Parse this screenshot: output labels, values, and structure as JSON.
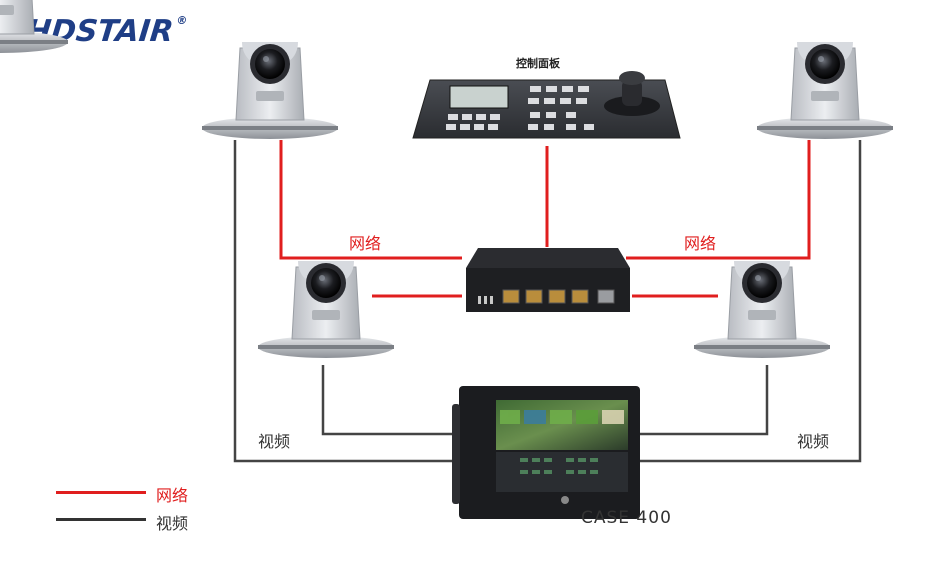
{
  "brand": {
    "logo_text": "HDSTAIR",
    "registered_mark": "®"
  },
  "labels": {
    "control_panel": "控制面板",
    "network_left": "网络",
    "network_right": "网络",
    "video_left": "视频",
    "video_right": "视频",
    "switcher_model": "CASE 400"
  },
  "legend": [
    {
      "label": "网络",
      "color": "#e01e1e"
    },
    {
      "label": "视频",
      "color": "#333333"
    }
  ],
  "colors": {
    "network": "#e01e1e",
    "video": "#444444",
    "brand": "#1f3e86"
  },
  "devices": {
    "cameras": [
      "ptz-camera",
      "ptz-camera",
      "ptz-camera",
      "ptz-camera"
    ],
    "controller": "control-panel-keyboard",
    "switch": "network-switch",
    "switcher": "video-switcher"
  }
}
